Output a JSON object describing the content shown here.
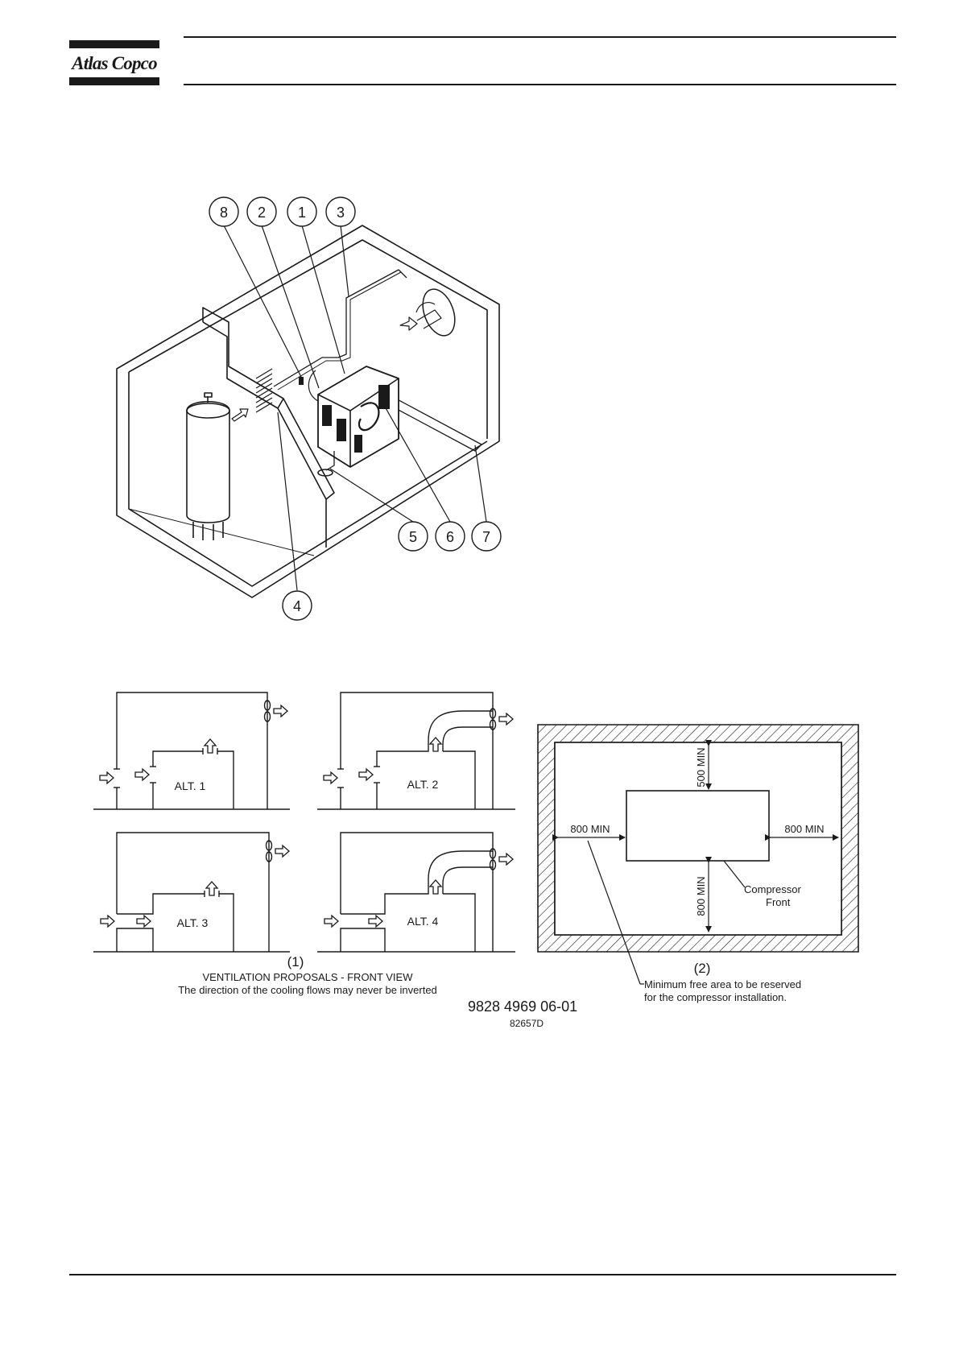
{
  "header": {
    "logo_text": "Atlas Copco"
  },
  "isometric": {
    "callouts": [
      "8",
      "2",
      "1",
      "3",
      "5",
      "6",
      "7",
      "4"
    ]
  },
  "ventilation": {
    "alts": [
      "ALT. 1",
      "ALT. 2",
      "ALT. 3",
      "ALT. 4"
    ],
    "caption_number": "(1)",
    "caption_title": "VENTILATION PROPOSALS - FRONT VIEW",
    "caption_note": "The direction of the cooling flows may never be inverted"
  },
  "clearance": {
    "top_min": "500 MIN",
    "bottom_min": "800 MIN",
    "left_min": "800 MIN",
    "right_min": "800 MIN",
    "compressor_label": "Compressor",
    "front_label": "Front",
    "caption_number": "(2)",
    "note_line1": "Minimum free area to be reserved",
    "note_line2": "for the compressor installation."
  },
  "figure_ref": {
    "doc_number": "9828 4969 06-01",
    "drawing_code": "82657D"
  }
}
